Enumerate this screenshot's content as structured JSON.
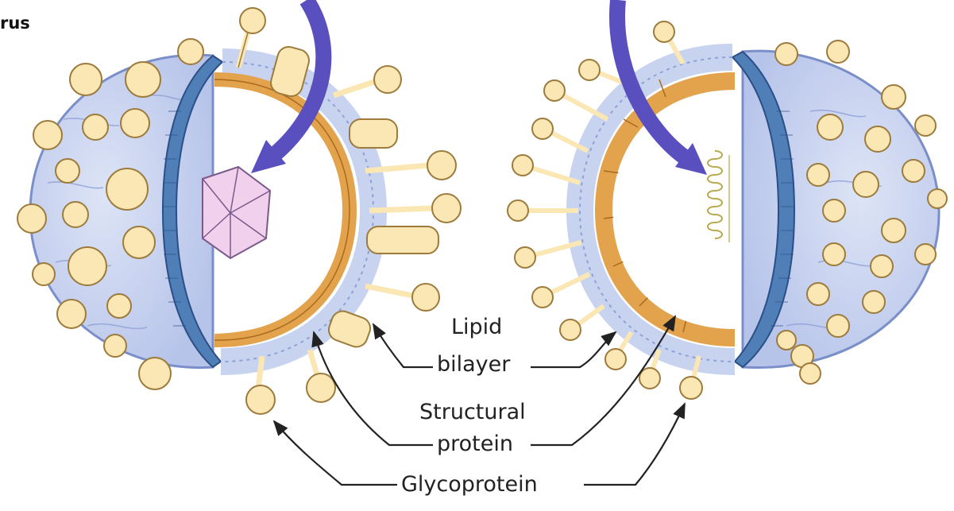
{
  "caption_fragment": "rus",
  "labels": {
    "lipid": "Lipid",
    "bilayer": "bilayer",
    "structural": "Structural",
    "protein": "protein",
    "glycoprotein": "Glycoprotein"
  },
  "colors": {
    "envelope": "#c8d3ef",
    "envelope_edge": "#7a8fc9",
    "rim": "#4f7fb6",
    "capsid_shell": "#e3a24c",
    "spike": "#fbe7b4",
    "spike_edge": "#9c7b3c",
    "arrow": "#5a4fbf",
    "icosahedral_core": "#f0d0ec",
    "helical_core": "#d7c98a"
  }
}
